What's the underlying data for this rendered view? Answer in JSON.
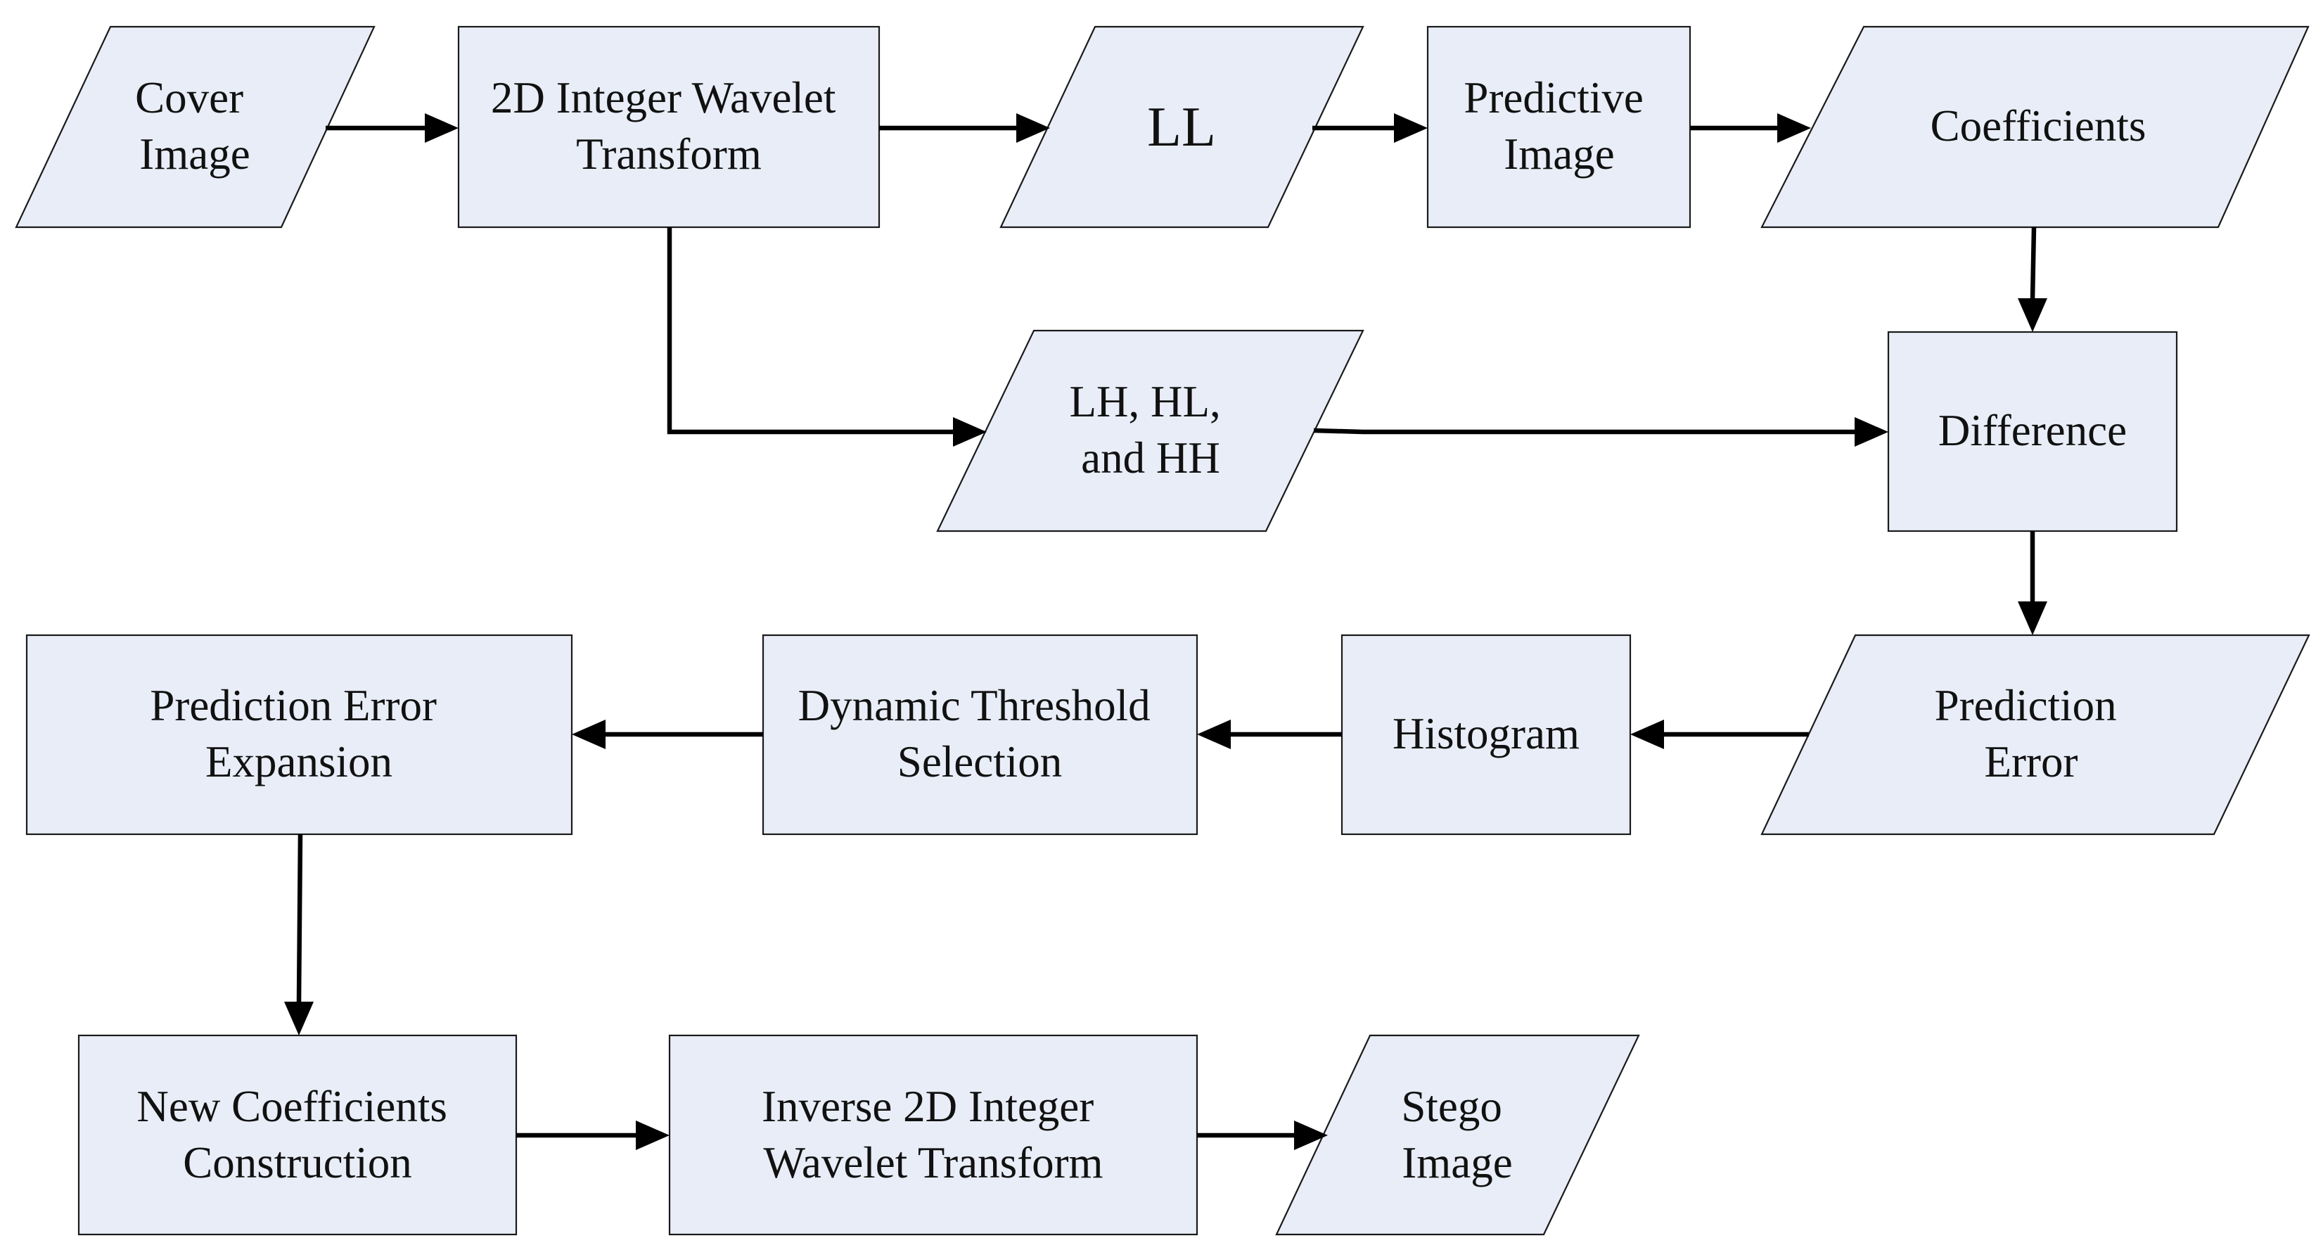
{
  "diagram": {
    "nodes": {
      "cover_image": {
        "shape": "parallelogram",
        "lines": [
          "Cover",
          "Image"
        ]
      },
      "iwt_2d": {
        "shape": "rectangle",
        "lines": [
          "2D Integer Wavelet",
          "Transform"
        ]
      },
      "ll": {
        "shape": "parallelogram",
        "lines": [
          "LL"
        ]
      },
      "predictive_image": {
        "shape": "rectangle",
        "lines": [
          "Predictive",
          "Image"
        ]
      },
      "coefficients": {
        "shape": "parallelogram",
        "lines": [
          "Coefficients"
        ]
      },
      "lh_hl_hh": {
        "shape": "parallelogram",
        "lines": [
          "LH, HL,",
          "and HH"
        ]
      },
      "difference": {
        "shape": "rectangle",
        "lines": [
          "Difference"
        ]
      },
      "prediction_error": {
        "shape": "parallelogram",
        "lines": [
          "Prediction",
          "Error"
        ]
      },
      "histogram": {
        "shape": "rectangle",
        "lines": [
          "Histogram"
        ]
      },
      "dynamic_threshold": {
        "shape": "rectangle",
        "lines": [
          "Dynamic Threshold",
          "Selection"
        ]
      },
      "pee": {
        "shape": "rectangle",
        "lines": [
          "Prediction Error",
          "Expansion"
        ]
      },
      "new_coefficients": {
        "shape": "rectangle",
        "lines": [
          "New Coefficients",
          "Construction"
        ]
      },
      "inverse_iwt": {
        "shape": "rectangle",
        "lines": [
          "Inverse 2D Integer",
          "Wavelet Transform"
        ]
      },
      "stego_image": {
        "shape": "parallelogram",
        "lines": [
          "Stego",
          "Image"
        ]
      }
    },
    "edges": [
      {
        "from": "cover_image",
        "to": "iwt_2d"
      },
      {
        "from": "iwt_2d",
        "to": "ll"
      },
      {
        "from": "ll",
        "to": "predictive_image"
      },
      {
        "from": "predictive_image",
        "to": "coefficients"
      },
      {
        "from": "coefficients",
        "to": "difference"
      },
      {
        "from": "iwt_2d",
        "to": "lh_hl_hh"
      },
      {
        "from": "lh_hl_hh",
        "to": "difference"
      },
      {
        "from": "difference",
        "to": "prediction_error"
      },
      {
        "from": "prediction_error",
        "to": "histogram"
      },
      {
        "from": "histogram",
        "to": "dynamic_threshold"
      },
      {
        "from": "dynamic_threshold",
        "to": "pee"
      },
      {
        "from": "pee",
        "to": "new_coefficients"
      },
      {
        "from": "new_coefficients",
        "to": "inverse_iwt"
      },
      {
        "from": "inverse_iwt",
        "to": "stego_image"
      }
    ],
    "colors": {
      "node_fill": "#e8edf7",
      "node_stroke": "#1a1a1a",
      "arrow": "#000000",
      "text": "#111111"
    }
  }
}
